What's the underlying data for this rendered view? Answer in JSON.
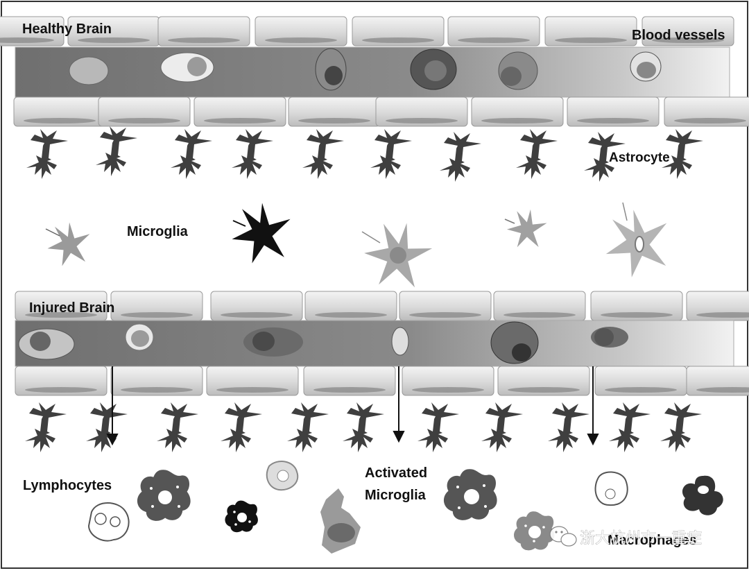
{
  "labels": {
    "healthy_brain": "Healthy Brain",
    "blood_vessels": "Blood vessels",
    "astrocyte": "Astrocyte",
    "microglia": "Microglia",
    "injured_brain": "Injured Brain",
    "lymphocytes": "Lymphocytes",
    "activated_microglia_line1": "Activated",
    "activated_microglia_line2": "Microglia",
    "macrophages": "Macrophages"
  },
  "watermark": {
    "text": "浙大杭州市一重症",
    "icon": "wechat-icon"
  },
  "colors": {
    "vessel_dark": "#7a7a7a",
    "vessel_light": "#e8e8e8",
    "astrocyte": "#3f3f3f",
    "microglia_resting": "#9a9a9a",
    "microglia_dark": "#111111",
    "cell_outline": "#555555"
  }
}
